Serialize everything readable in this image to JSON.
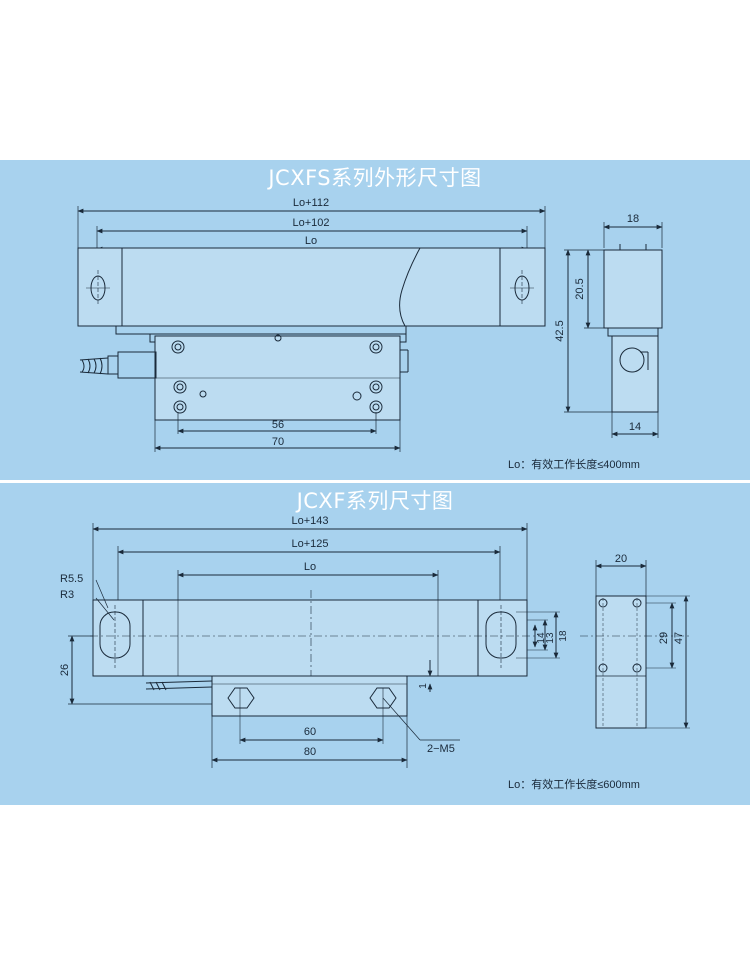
{
  "diagram1": {
    "title": "JCXFS系列外形尺寸图",
    "dims": {
      "lo112": "Lo+112",
      "lo102": "Lo+102",
      "lo": "Lo",
      "w18": "18",
      "h20_5": "20.5",
      "h42_5": "42.5",
      "w14": "14",
      "w56": "56",
      "w70": "70"
    },
    "note": "Lo：有效工作长度≤400mm"
  },
  "diagram2": {
    "title": "JCXF系列尺寸图",
    "dims": {
      "lo143": "Lo+143",
      "lo125": "Lo+125",
      "lo": "Lo",
      "r55": "R5.5",
      "r3": "R3",
      "h26": "26",
      "h1": "1",
      "w60": "60",
      "w80": "80",
      "m5": "2−M5",
      "h14": "14",
      "h13": "13",
      "h18": "18",
      "w20": "20",
      "h29": "29",
      "h47": "47"
    },
    "note": "Lo：有效工作长度≤600mm"
  },
  "colors": {
    "panel_bg": "#a8d2ee",
    "line": "#1a2a3a",
    "title": "#ffffff"
  }
}
